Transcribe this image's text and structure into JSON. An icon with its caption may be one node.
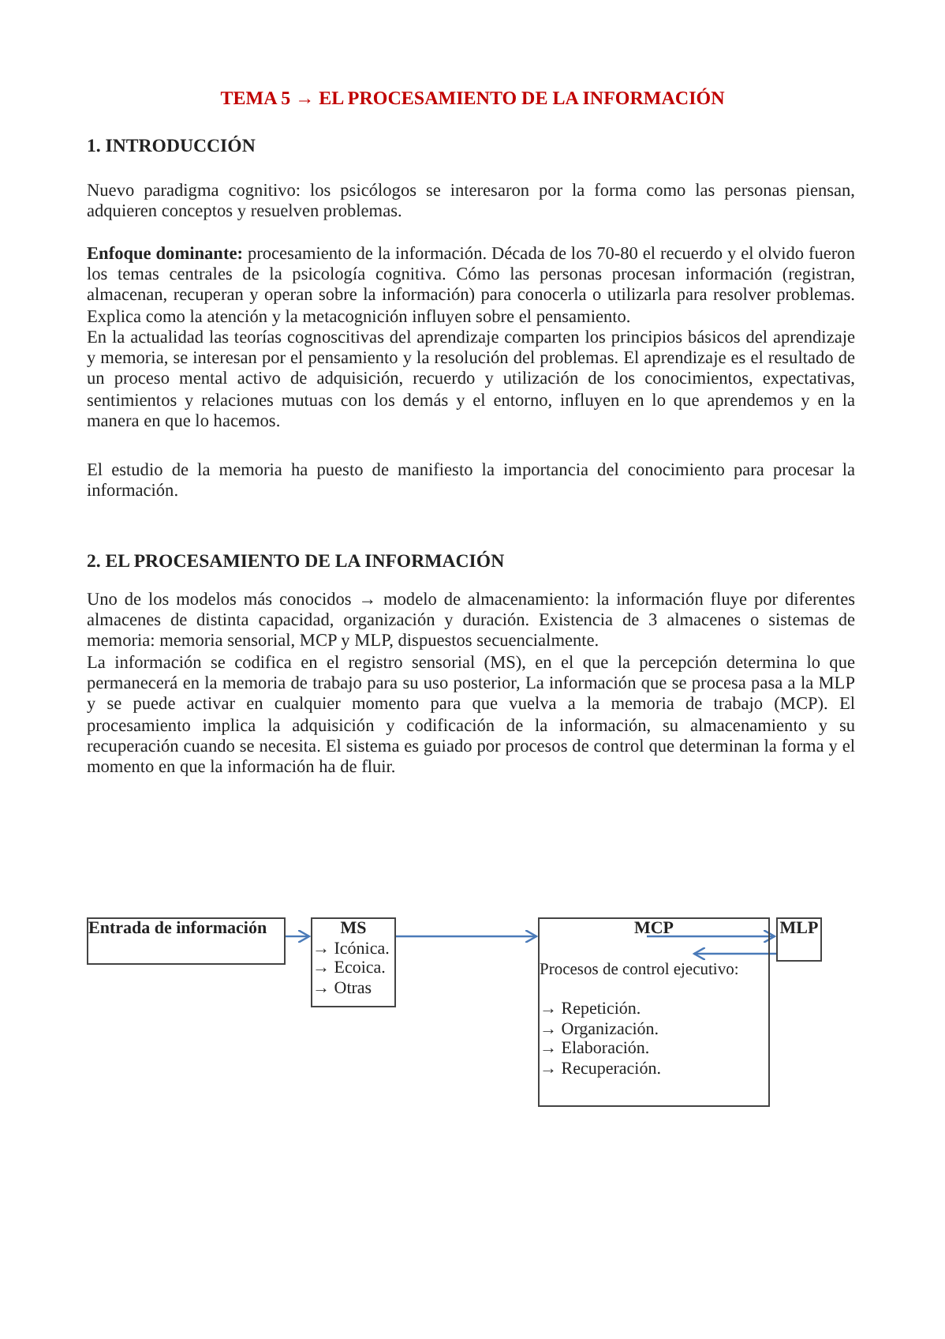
{
  "diagram": {
    "title": "TEMA 5 → EL PROCESAMIENTO DE LA INFORMACIÓN",
    "nodes": [
      {
        "text": [
          "Entrada de información"
        ]
      },
      {
        "text": [
          "MS",
          "→ Icónica.",
          "→ Ecoica.",
          "→ Otras"
        ]
      },
      {
        "text": [
          "MCP",
          "Procesos de control ejecutivo:",
          "→ Repetición.",
          "→ Organización.",
          "→ Elaboración.",
          "→ Recuperación."
        ]
      },
      {
        "text": [
          "MLP"
        ]
      }
    ],
    "edges": [
      {
        "from": 0,
        "to": 1,
        "arrow": "to"
      },
      {
        "from": 1,
        "to": 2,
        "arrow": "to"
      },
      {
        "from": 2,
        "to": 3,
        "arrow": "to"
      },
      {
        "from": 3,
        "to": 2,
        "arrow": "to"
      }
    ],
    "labels": [
      "1. INTRODUCCIÓN",
      "Nuevo paradigma cognitivo: los psicólogos se interesaron por la forma como las personas piensan, adquieren conceptos y resuelven problemas.",
      "**Enfoque dominante:** procesamiento de la información. Década de los 70-80 el recuerdo y el olvido fueron los temas centrales de la psicología cognitiva. Cómo las personas procesan información (registran, almacenan, recuperan y operan sobre la información) para conocerla o utilizarla para resolver problemas. Explica como la atención y la metacognición influyen sobre el pensamiento.",
      "En la actualidad las teorías cognoscitivas del aprendizaje comparten los principios básicos del aprendizaje y memoria, se interesan por el pensamiento y la resolución del problemas. El aprendizaje es el resultado de un proceso mental activo de adquisición, recuerdo y utilización de los conocimientos, expectativas, sentimientos y relaciones mutuas con los demás y el entorno, influyen en lo que aprendemos y en la manera en que lo hacemos.",
      "El estudio de la memoria ha puesto de manifiesto la importancia del conocimiento para procesar la información.",
      "2. EL PROCESAMIENTO DE LA INFORMACIÓN",
      "Uno de los modelos más conocidos → modelo de almacenamiento: la información fluye por diferentes almacenes de distinta capacidad, organización y duración. Existencia de 3 almacenes o sistemas de memoria: memoria sensorial, MCP y MLP, dispuestos secuencialmente.",
      "La información se codifica en el registro sensorial (MS), en el que la percepción determina lo que permanecerá en la memoria de trabajo para su uso posterior, La información que se procesa pasa a la MLP y se puede activar en cualquier momento para que vuelva a la memoria de trabajo (MCP). El procesamiento implica la adquisición y codificación de la información, su almacenamiento y su recuperación cuando se necesita. El sistema es guiado por procesos de control que determinan la forma y el momento en que la información ha de fluir."
    ]
  }
}
